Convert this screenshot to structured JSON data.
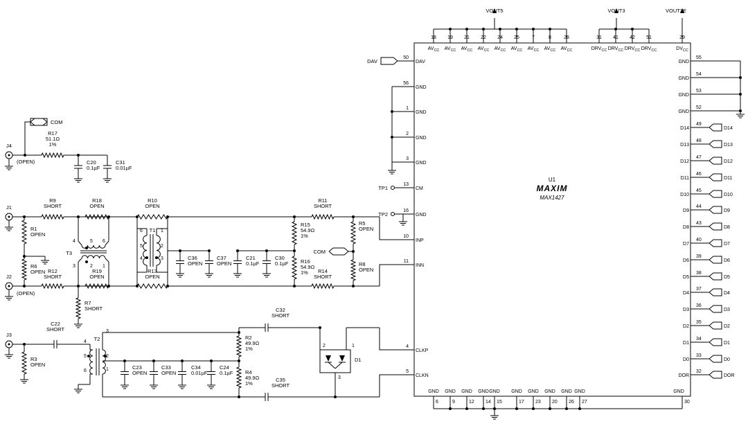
{
  "u1": {
    "ref": "U1",
    "logo": "MAXIM",
    "part": "MAX1427"
  },
  "rails": {
    "vout5": "VOUT5",
    "vout3": "VOUT3",
    "vout3e": "VOUT3E"
  },
  "top_pins": [
    {
      "num": "18",
      "name": "AVCC"
    },
    {
      "num": "19",
      "name": "AVCC"
    },
    {
      "num": "21",
      "name": "AVCC"
    },
    {
      "num": "22",
      "name": "AVCC"
    },
    {
      "num": "24",
      "name": "AVCC"
    },
    {
      "num": "25",
      "name": "AVCC"
    },
    {
      "num": "7",
      "name": "AVCC"
    },
    {
      "num": "8",
      "name": "AVCC"
    },
    {
      "num": "28",
      "name": "AVCC"
    },
    {
      "num": "31",
      "name": "DRVCC"
    },
    {
      "num": "41",
      "name": "DRVCC"
    },
    {
      "num": "42",
      "name": "DRVCC"
    },
    {
      "num": "51",
      "name": "DRVCC"
    },
    {
      "num": "29",
      "name": "DVCC"
    }
  ],
  "left_pins": [
    {
      "num": "50",
      "name": "DAV"
    },
    {
      "num": "56",
      "name": "GND"
    },
    {
      "num": "1",
      "name": "GND"
    },
    {
      "num": "2",
      "name": "GND"
    },
    {
      "num": "3",
      "name": "GND"
    },
    {
      "num": "13",
      "name": "CM"
    },
    {
      "num": "16",
      "name": "GND"
    },
    {
      "num": "10",
      "name": "INP"
    },
    {
      "num": "11",
      "name": "INN"
    },
    {
      "num": "4",
      "name": "CLKP"
    },
    {
      "num": "5",
      "name": "CLKN"
    }
  ],
  "right_gnd_pins": [
    {
      "num": "55",
      "name": "GND"
    },
    {
      "num": "54",
      "name": "GND"
    },
    {
      "num": "53",
      "name": "GND"
    },
    {
      "num": "52",
      "name": "GND"
    }
  ],
  "right_data_pins": [
    {
      "num": "49",
      "name": "D14"
    },
    {
      "num": "48",
      "name": "D13"
    },
    {
      "num": "47",
      "name": "D12"
    },
    {
      "num": "46",
      "name": "D11"
    },
    {
      "num": "45",
      "name": "D10"
    },
    {
      "num": "44",
      "name": "D9"
    },
    {
      "num": "43",
      "name": "D8"
    },
    {
      "num": "40",
      "name": "D7"
    },
    {
      "num": "39",
      "name": "D6"
    },
    {
      "num": "38",
      "name": "D5"
    },
    {
      "num": "37",
      "name": "D4"
    },
    {
      "num": "36",
      "name": "D3"
    },
    {
      "num": "35",
      "name": "D2"
    },
    {
      "num": "34",
      "name": "D1"
    },
    {
      "num": "33",
      "name": "D0"
    },
    {
      "num": "32",
      "name": "DOR"
    }
  ],
  "bottom_pins": [
    {
      "num": "6",
      "name": "GND"
    },
    {
      "num": "9",
      "name": "GND"
    },
    {
      "num": "12",
      "name": "GND"
    },
    {
      "num": "14",
      "name": "GND"
    },
    {
      "num": "15",
      "name": "GND"
    },
    {
      "num": "17",
      "name": "GND"
    },
    {
      "num": "23",
      "name": "GND"
    },
    {
      "num": "20",
      "name": "GND"
    },
    {
      "num": "26",
      "name": "GND"
    },
    {
      "num": "27",
      "name": "GND"
    },
    {
      "num": "30",
      "name": "GND"
    }
  ],
  "dav_label": "DAV",
  "com_label": "COM",
  "tp1": "TP1",
  "tp2": "TP2",
  "connectors": {
    "j4": {
      "ref": "J4",
      "note": "(OPEN)"
    },
    "j1": {
      "ref": "J1"
    },
    "j2": {
      "ref": "J2",
      "note": "(OPEN)"
    },
    "j3": {
      "ref": "J3"
    }
  },
  "components": [
    {
      "ref": "R17",
      "lines": [
        "51.1Ω",
        "1%"
      ]
    },
    {
      "ref": "C20",
      "lines": [
        "0.1µF"
      ]
    },
    {
      "ref": "C31",
      "lines": [
        "0.01µF"
      ]
    },
    {
      "ref": "R9",
      "lines": [
        "SHORT"
      ]
    },
    {
      "ref": "R18",
      "lines": [
        "OPEN"
      ]
    },
    {
      "ref": "R10",
      "lines": [
        "OPEN"
      ]
    },
    {
      "ref": "R11",
      "lines": [
        "SHORT"
      ]
    },
    {
      "ref": "R1",
      "lines": [
        "OPEN"
      ]
    },
    {
      "ref": "R6",
      "lines": [
        "OPEN"
      ]
    },
    {
      "ref": "R12",
      "lines": [
        "SHORT"
      ]
    },
    {
      "ref": "R19",
      "lines": [
        "OPEN"
      ]
    },
    {
      "ref": "R13",
      "lines": [
        "OPEN"
      ]
    },
    {
      "ref": "R14",
      "lines": [
        "SHORT"
      ]
    },
    {
      "ref": "R7",
      "lines": [
        "SHORT"
      ]
    },
    {
      "ref": "R15",
      "lines": [
        "54.9Ω",
        "1%"
      ]
    },
    {
      "ref": "R16",
      "lines": [
        "54.9Ω",
        "1%"
      ]
    },
    {
      "ref": "R5",
      "lines": [
        "OPEN"
      ]
    },
    {
      "ref": "R8",
      "lines": [
        "OPEN"
      ]
    },
    {
      "ref": "C36",
      "lines": [
        "OPEN"
      ]
    },
    {
      "ref": "C37",
      "lines": [
        "OPEN"
      ]
    },
    {
      "ref": "C21",
      "lines": [
        "0.1µF"
      ]
    },
    {
      "ref": "C30",
      "lines": [
        "0.1µF"
      ]
    },
    {
      "ref": "T1",
      "lines": []
    },
    {
      "ref": "T3",
      "lines": []
    },
    {
      "ref": "C22",
      "lines": [
        "SHORT"
      ]
    },
    {
      "ref": "R3",
      "lines": [
        "OPEN"
      ]
    },
    {
      "ref": "T2",
      "lines": []
    },
    {
      "ref": "C23",
      "lines": [
        "OPEN"
      ]
    },
    {
      "ref": "C33",
      "lines": [
        "OPEN"
      ]
    },
    {
      "ref": "C34",
      "lines": [
        "0.01µF"
      ]
    },
    {
      "ref": "C24",
      "lines": [
        "0.1µF"
      ]
    },
    {
      "ref": "R2",
      "lines": [
        "49.9Ω",
        "1%"
      ]
    },
    {
      "ref": "R4",
      "lines": [
        "49.9Ω",
        "1%"
      ]
    },
    {
      "ref": "C32",
      "lines": [
        "SHORT"
      ]
    },
    {
      "ref": "C35",
      "lines": [
        "SHORT"
      ]
    },
    {
      "ref": "D1",
      "lines": []
    }
  ],
  "transformer_pins": {
    "t1": [
      "6",
      "1",
      "5",
      "2",
      "4",
      "3"
    ],
    "t3": [
      "4",
      "5",
      "6",
      "3",
      "2",
      "1"
    ],
    "t2": [
      "4",
      "3",
      "5",
      "2",
      "6",
      "1"
    ]
  },
  "d1_pins": [
    "2",
    "1",
    "3"
  ]
}
